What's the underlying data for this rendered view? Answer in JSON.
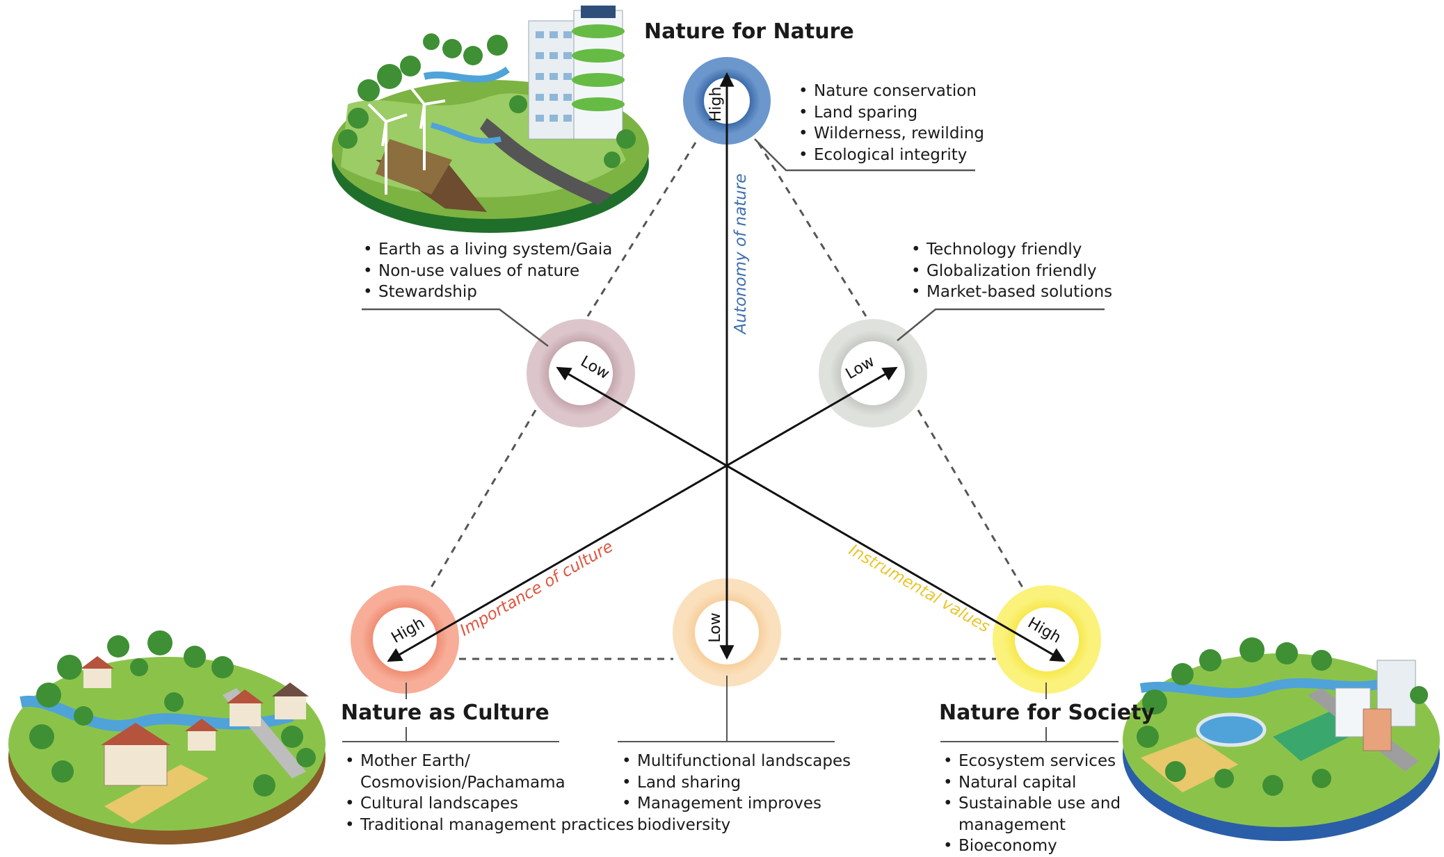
{
  "poles": {
    "nature_for_nature": {
      "title": "Nature for Nature",
      "items": [
        "Nature conservation",
        "Land sparing",
        "Wilderness, rewilding",
        "Ecological integrity"
      ]
    },
    "nature_as_culture": {
      "title": "Nature as Culture",
      "items": [
        "Mother Earth/",
        "Cosmovision/Pachamama",
        "Cultural landscapes",
        "Traditional management practices"
      ]
    },
    "nature_for_society": {
      "title": "Nature for Society",
      "items": [
        "Ecosystem services",
        "Natural capital",
        "Sustainable use and",
        "management",
        "Bioeconomy"
      ]
    }
  },
  "mid_lists": {
    "upper_left": [
      "Earth as a living system/Gaia",
      "Non-use values of nature",
      "Stewardship"
    ],
    "upper_right": [
      "Technology friendly",
      "Globalization friendly",
      "Market-based solutions"
    ],
    "bottom_center": [
      "Multifunctional landscapes",
      "Land sharing",
      "Management improves",
      "biodiversity"
    ]
  },
  "axes": {
    "autonomy": "Autonomy of nature",
    "culture": "Importance of culture",
    "instrumental": "Instrumental values"
  },
  "ring_labels": {
    "top": "High",
    "bottom_center": "Low",
    "upper_left": "Low",
    "upper_right": "Low",
    "bottom_left": "High",
    "bottom_right": "High"
  },
  "colors": {
    "autonomy": "#3f6fae",
    "culture": "#e0553f",
    "instrumental": "#e8c62e",
    "ring_top": "#4a78b6",
    "ring_upper_left": "#c9acb3",
    "ring_upper_right": "#c9ccc7",
    "ring_bottom_left": "#f08b72",
    "ring_bottom_center": "#f7cf98",
    "ring_bottom_right": "#f7ea4a"
  }
}
